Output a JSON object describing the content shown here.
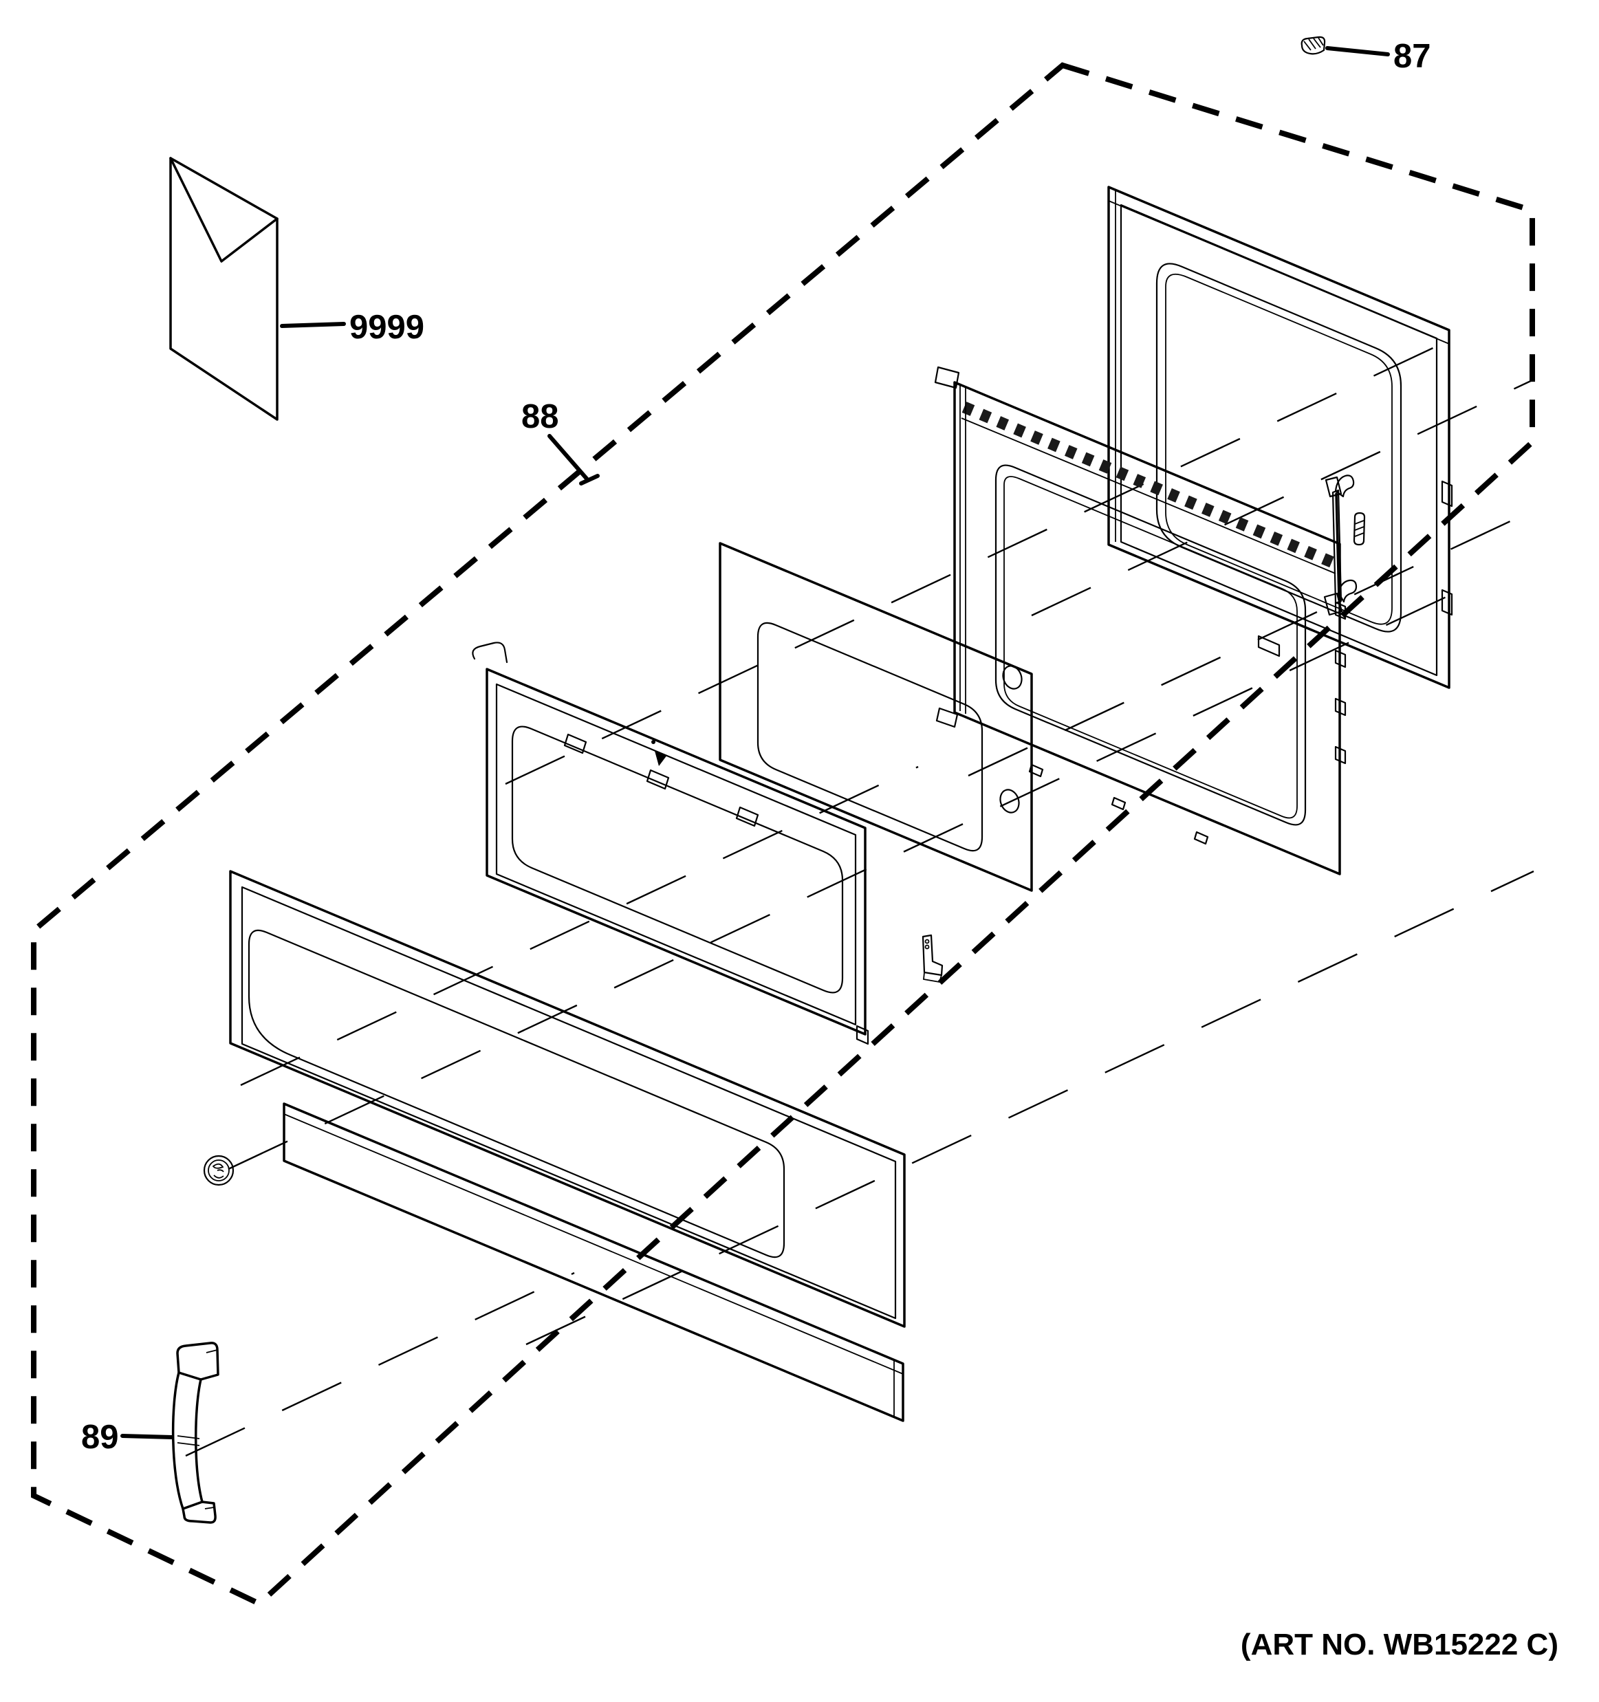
{
  "colors": {
    "background": "#ffffff",
    "line": "#000000"
  },
  "callouts": [
    {
      "part": "87"
    },
    {
      "part": "88"
    },
    {
      "part": "89"
    },
    {
      "part": "9999"
    }
  ],
  "footer": {
    "art_number": "(ART NO. WB15222 C)"
  }
}
